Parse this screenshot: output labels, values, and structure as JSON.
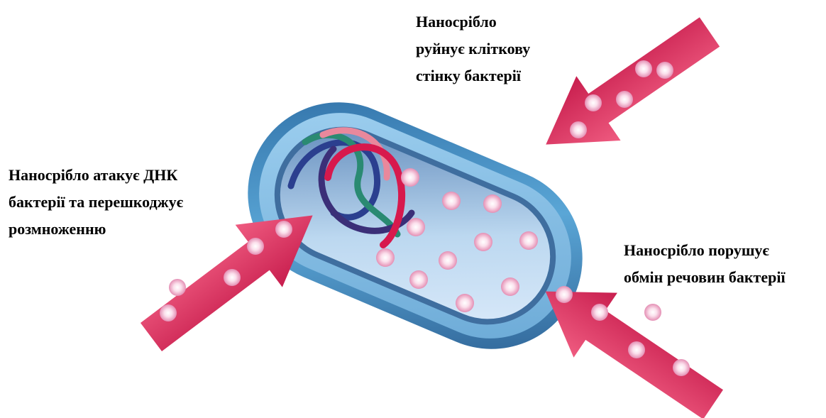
{
  "labels": {
    "cell_wall": {
      "line1": "Наносрібло",
      "line2": "руйнує кліткову",
      "line3": "стінку бактерії"
    },
    "dna": {
      "line1": "Наносрібло атакує ДНК",
      "line2": "бактерії та перешкоджує",
      "line3": "розмноженню"
    },
    "metabolism": {
      "line1": "Наносрібло порушує",
      "line2": "обмін речовин бактерії"
    }
  },
  "colors": {
    "arrow": "#e0335f",
    "particle": "#f6c6dc",
    "membrane": "#5ea7d4",
    "cytoplasm": "#b7d5ef"
  }
}
